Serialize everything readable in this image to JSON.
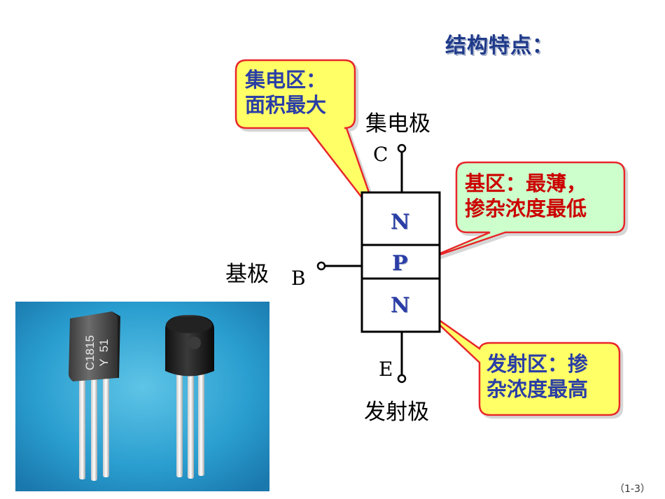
{
  "title": "结构特点：",
  "terminals": {
    "collector_name": "集电极",
    "collector_letter": "C",
    "base_name": "基极",
    "base_letter": "B",
    "emitter_name": "发射极",
    "emitter_letter": "E"
  },
  "layers": [
    "N",
    "P",
    "N"
  ],
  "callouts": {
    "collector": {
      "line1": "集电区：",
      "line2": "面积最大",
      "bg": "#ffff66",
      "text_color": "#2b3ea6"
    },
    "base": {
      "line1": "基区：最薄，",
      "line2": "掺杂浓度最低",
      "bg": "#ccffcc",
      "text_color": "#cc0000"
    },
    "emitter": {
      "line1": "发射区：掺",
      "line2": "杂浓度最高",
      "bg": "#ffff66",
      "text_color": "#2b3ea6"
    }
  },
  "photo": {
    "package_marking": [
      "C1815",
      "Y  51"
    ]
  },
  "page_number": "（1-3）",
  "colors": {
    "callout_border": "#e8262a",
    "region_text": "#2b3ea6"
  }
}
